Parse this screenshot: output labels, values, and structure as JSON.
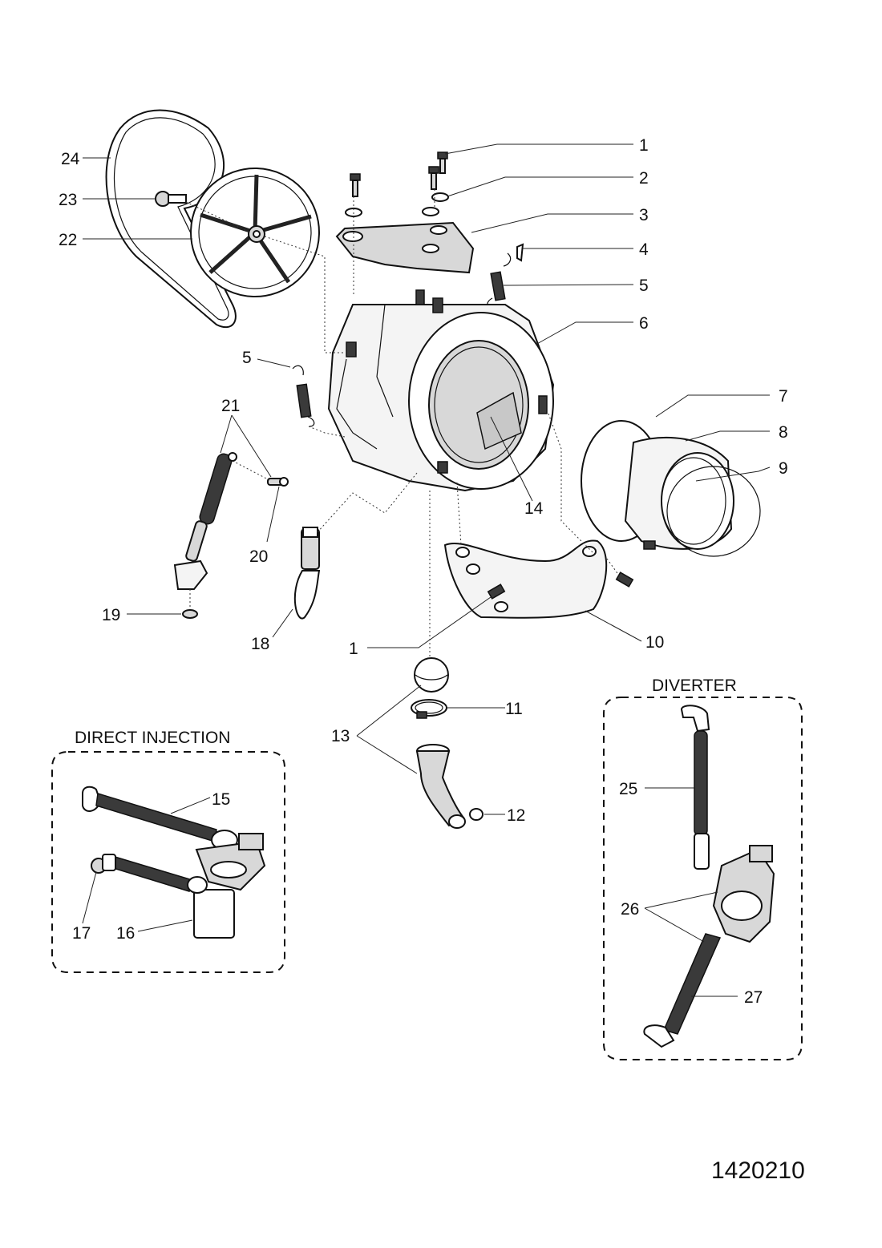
{
  "boxes": {
    "direct_injection": "DIRECT INJECTION",
    "diverter": "DIVERTER"
  },
  "labels": {
    "p1_top": "1",
    "p2": "2",
    "p3": "3",
    "p4": "4",
    "p5_right": "5",
    "p6": "6",
    "p5_left": "5",
    "p7": "7",
    "p8": "8",
    "p9": "9",
    "p14": "14",
    "p21": "21",
    "p20": "20",
    "p19": "19",
    "p18": "18",
    "p1_bottom": "1",
    "p10": "10",
    "p11": "11",
    "p13": "13",
    "p12": "12",
    "p15": "15",
    "p16": "16",
    "p17": "17",
    "p22": "22",
    "p23": "23",
    "p24": "24",
    "p25": "25",
    "p26": "26",
    "p27": "27"
  },
  "document_id": "1420210"
}
